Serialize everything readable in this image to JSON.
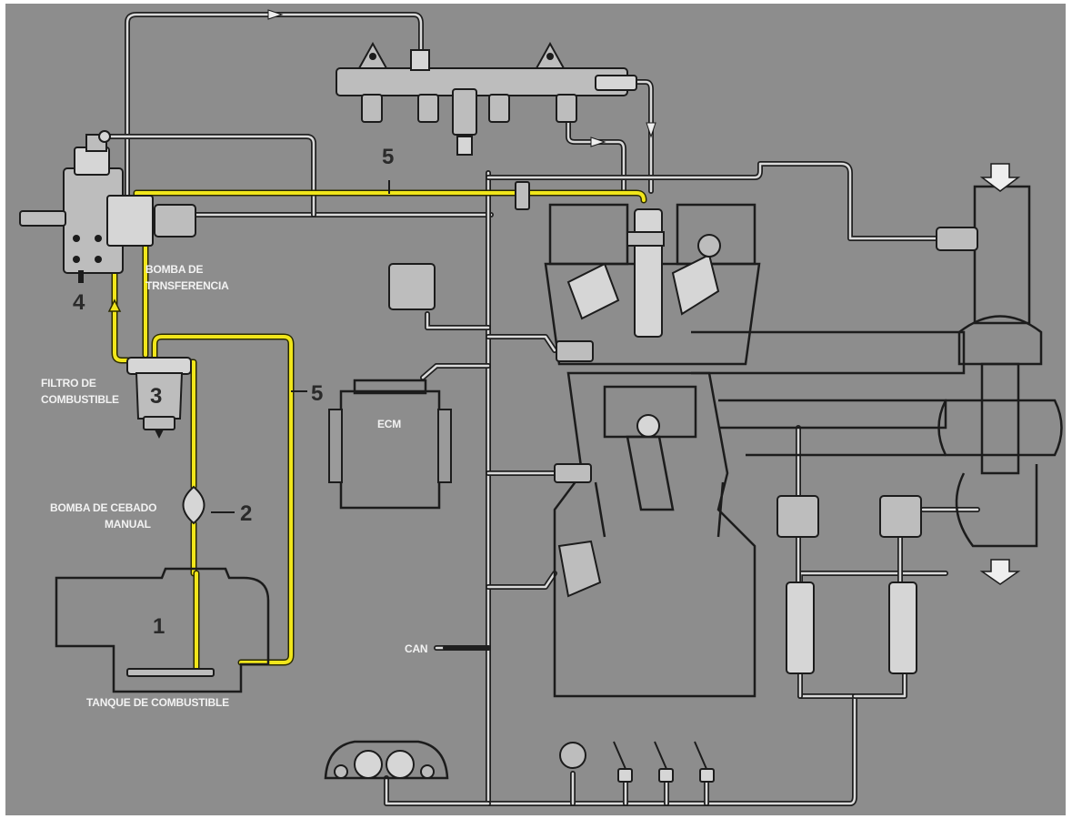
{
  "labels": {
    "bomba_transferencia": [
      "BOMBA DE",
      "TRNSFERENCIA"
    ],
    "filtro": [
      "FILTRO DE",
      "COMBUSTIBLE"
    ],
    "bomba_cebado": [
      "BOMBA DE CEBADO",
      "MANUAL"
    ],
    "tanque": "TANQUE DE COMBUSTIBLE",
    "ecm": "ECM",
    "can": "CAN"
  },
  "numbers": {
    "n1": "1",
    "n2": "2",
    "n3": "3",
    "n4": "4",
    "n5_top": "5",
    "n5_side": "5"
  },
  "colors": {
    "background": "#8d8d8d",
    "fuel_line": "#f1e61b",
    "line_outline": "#1f1f1f",
    "return_line": "#dadada"
  }
}
